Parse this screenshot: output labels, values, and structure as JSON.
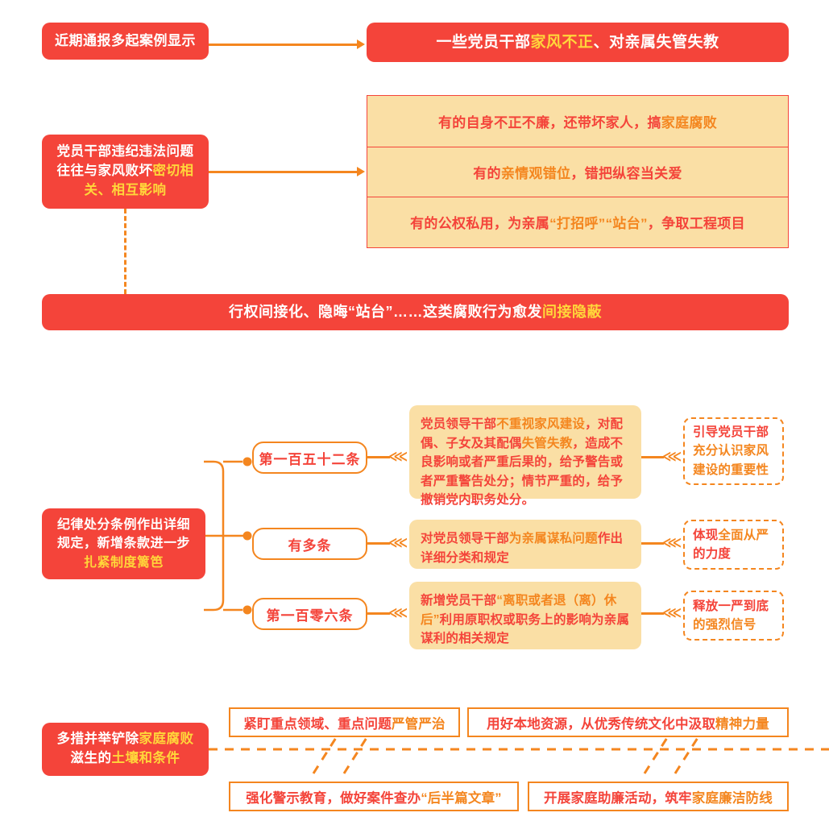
{
  "meta": {
    "colors": {
      "red": "#f4443a",
      "orange": "#f4861f",
      "yellow": "#ffd63a",
      "beige": "#fadfa5",
      "white": "#ffffff"
    }
  },
  "section1": {
    "source_label": "近期通报多起案例显示",
    "banner": {
      "pre": "一些党员干部",
      "highlight": "家风不正",
      "post": "、对亲属失管失教"
    }
  },
  "section2": {
    "left_box": {
      "line1": "党员干部违纪违法问题",
      "line2_pre": "往往与家风败坏",
      "line2_highlight": "密切相",
      "line3_highlight": "关、相互影响"
    },
    "rows": [
      {
        "pre": "有的自身不正不廉，还带坏家人，搞",
        "highlight": "家庭腐败",
        "post": ""
      },
      {
        "pre": "有的",
        "highlight": "亲情观错位",
        "post": "，错把纵容当关爱"
      },
      {
        "pre": "有的公权私用，为亲属",
        "highlight": "“打招呼”“站台”",
        "post": "，争取工程项目"
      }
    ],
    "bottom_banner": {
      "pre": "行权间接化、隐晦“站台”……这类腐败行为愈发",
      "highlight": "间接隐蔽",
      "post": ""
    }
  },
  "section3": {
    "left_box": {
      "line1": "纪律处分条例作出详细",
      "line2": "规定，新增条款进一步",
      "line3_highlight": "扎紧制度篱笆"
    },
    "branches": [
      {
        "pill": "第一百五十二条",
        "detail": [
          {
            "text": "党员领导干部",
            "color": "red"
          },
          {
            "text": "不重视家风建设",
            "color": "orange"
          },
          {
            "text": "，对配偶、子女及其配偶",
            "color": "red"
          },
          {
            "text": "失管失教",
            "color": "orange"
          },
          {
            "text": "，造成不良影响或者严重后果的，给予警告或者严重警告处分；情节严重的，给予撤销党内职务处分。",
            "color": "red"
          }
        ],
        "outcome": [
          {
            "text": "引导党员干部",
            "color": "red"
          },
          {
            "text": "充分认识家风建设的重要性",
            "color": "orange"
          }
        ]
      },
      {
        "pill": "有多条",
        "detail": [
          {
            "text": "对党员领导干部",
            "color": "red"
          },
          {
            "text": "为亲属谋私问题",
            "color": "orange"
          },
          {
            "text": "作出详细分类和规定",
            "color": "red"
          }
        ],
        "outcome": [
          {
            "text": "体现",
            "color": "red"
          },
          {
            "text": "全面从严",
            "color": "orange"
          },
          {
            "text": "的力度",
            "color": "red"
          }
        ]
      },
      {
        "pill": "第一百零六条",
        "detail": [
          {
            "text": "新增党员干部",
            "color": "red"
          },
          {
            "text": "“离职或者退（离）休后”",
            "color": "orange"
          },
          {
            "text": "利用原职权或职务上的影响为亲属谋利的相关规定",
            "color": "red"
          }
        ],
        "outcome": [
          {
            "text": "释放一严到底",
            "color": "red"
          },
          {
            "text": "的强烈信号",
            "color": "orange"
          }
        ]
      }
    ]
  },
  "section4": {
    "left_box": {
      "line1_pre": "多措并举铲除",
      "line1_highlight": "家庭腐败",
      "line2_pre": "滋生的",
      "line2_highlight": "土壤和条件"
    },
    "measures": [
      {
        "pre": "紧盯重点领域、重点问题",
        "highlight": "严管严治",
        "post": ""
      },
      {
        "pre": "用好本地资源，从优秀传统文化中汲取",
        "highlight": "精神力量",
        "post": ""
      },
      {
        "pre": "强化警示教育，做好案件查办",
        "highlight": "“后半篇文章”",
        "post": ""
      },
      {
        "pre": "开展家庭助廉活动，筑牢",
        "highlight": "家庭廉洁防线",
        "post": ""
      }
    ]
  },
  "icons": {
    "chevron": "⋘"
  }
}
